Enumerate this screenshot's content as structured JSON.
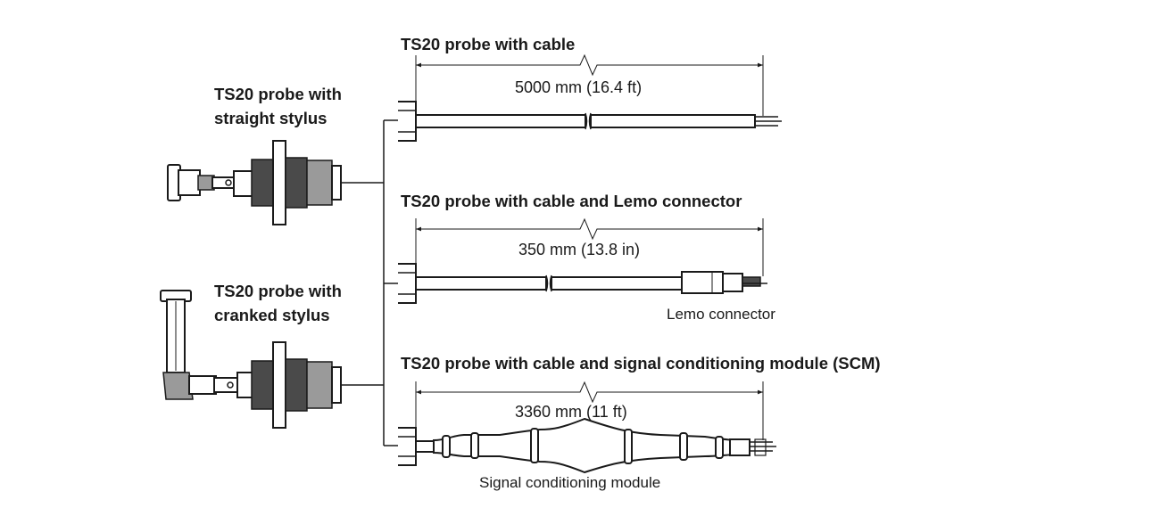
{
  "probes": {
    "straight": {
      "line1": "TS20 probe with",
      "line2": "straight stylus"
    },
    "cranked": {
      "line1": "TS20 probe with",
      "line2": "cranked stylus"
    }
  },
  "options": [
    {
      "title": "TS20 probe with cable",
      "dimension": "5000 mm (16.4 ft)"
    },
    {
      "title": "TS20 probe with cable and Lemo connector",
      "dimension": "350 mm (13.8 in)",
      "callout": "Lemo connector"
    },
    {
      "title": "TS20 probe with cable and signal conditioning module (SCM)",
      "dimension": "3360 mm (11 ft)",
      "callout": "Signal conditioning module"
    }
  ]
}
